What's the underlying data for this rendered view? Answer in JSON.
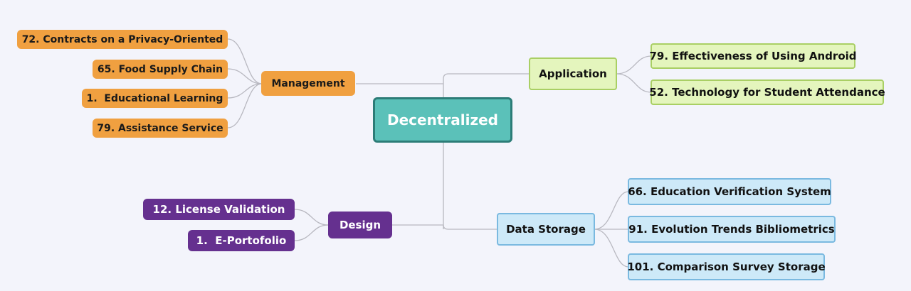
{
  "root": "Decentralized",
  "branches": {
    "management": {
      "label": "Management",
      "children": [
        "72. Contracts on a Privacy-Oriented",
        "65. Food Supply Chain",
        "1.  Educational Learning",
        "79. Assistance Service"
      ]
    },
    "design": {
      "label": "Design",
      "children": [
        "12. License Validation",
        "1.  E-Portofolio"
      ]
    },
    "application": {
      "label": "Application",
      "children": [
        "79. Effectiveness of Using Android",
        "52. Technology for Student Attendance"
      ]
    },
    "data_storage": {
      "label": "Data Storage",
      "children": [
        "66. Education Verification System",
        "91. Evolution Trends Bibliometrics",
        "101. Comparison Survey Storage"
      ]
    }
  },
  "colors": {
    "background": "#f3f4fb",
    "root_fill": "#5bc1b9",
    "root_border": "#2c7c77",
    "management": "#f0a040",
    "design": "#65308f",
    "application_fill": "#e4f5bd",
    "application_border": "#a9cf64",
    "data_storage_fill": "#cde9f8",
    "data_storage_border": "#7ab9e0",
    "connector": "#b8b8c0"
  }
}
